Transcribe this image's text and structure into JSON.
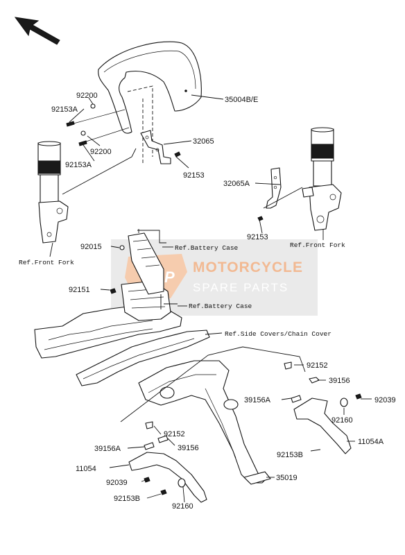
{
  "watermark": {
    "badge": "MSP",
    "line1": "MOTORCYCLE",
    "line2": "SPARE PARTS",
    "color": "#e8813a"
  },
  "parts": {
    "p92200_a": "92200",
    "p92153A_a": "92153A",
    "p35004BE": "35004B/E",
    "p92200_b": "92200",
    "p92153A_b": "92153A",
    "p32065": "32065",
    "p92153_a": "92153",
    "p32065A": "32065A",
    "p92153_b": "92153",
    "p92015": "92015",
    "p92151": "92151",
    "p92152_a": "92152",
    "p39156_a": "39156",
    "p39156A_a": "39156A",
    "p92039_a": "92039",
    "p92160_a": "92160",
    "p11054A": "11054A",
    "p92153B_a": "92153B",
    "p92152_b": "92152",
    "p39156A_b": "39156A",
    "p39156_b": "39156",
    "p11054": "11054",
    "p92039_b": "92039",
    "p92153B_b": "92153B",
    "p92160_b": "92160",
    "p35019": "35019"
  },
  "refs": {
    "front_fork_left": "Ref.Front Fork",
    "front_fork_right": "Ref.Front Fork",
    "battery_case_1": "Ref.Battery Case",
    "battery_case_2": "Ref.Battery Case",
    "side_covers": "Ref.Side Covers/Chain Cover"
  }
}
